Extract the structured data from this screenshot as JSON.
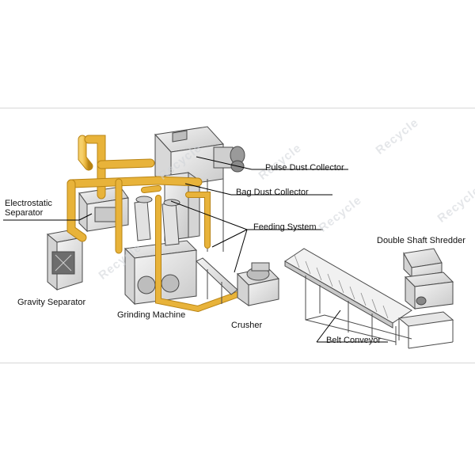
{
  "labels": {
    "pulse_dust_collector": "Pulse Dust Collector",
    "bag_dust_collector": "Bag Dust Collector",
    "electrostatic_line1": "Electrostatic",
    "electrostatic_line2": "Separator",
    "feeding_system": "Feeding System",
    "double_shaft_shredder": "Double Shaft Shredder",
    "gravity_separator": "Gravity Separator",
    "grinding_machine": "Grinding Machine",
    "crusher": "Crusher",
    "belt_conveyor": "Belt Conveyor"
  },
  "watermark": {
    "text": "Recycle"
  },
  "colors": {
    "pipe": "#e8b33a",
    "pipe_dark": "#b98414",
    "machine": "#e9e9e9",
    "line": "#4a4a4a"
  }
}
